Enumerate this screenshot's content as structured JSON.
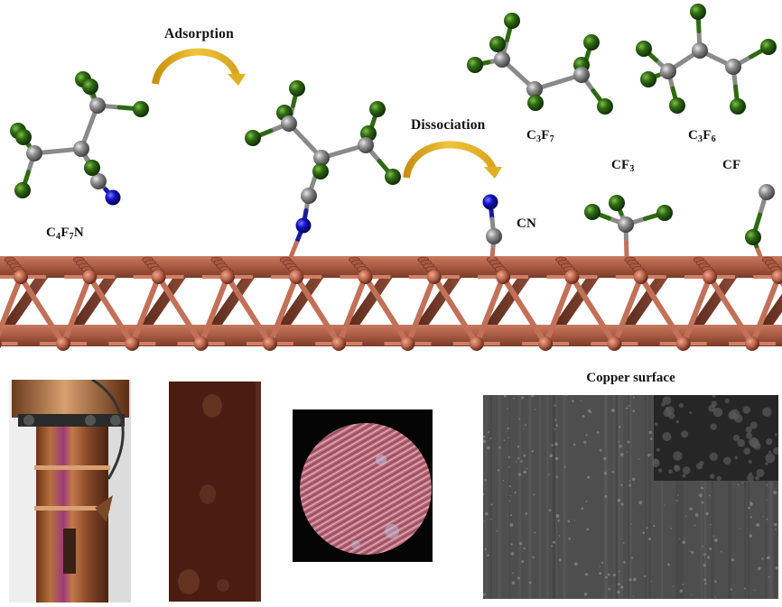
{
  "labels": {
    "adsorption": "Adsorption",
    "dissociation": "Dissociation",
    "c4f7n": {
      "base": "C",
      "s1": "4",
      "mid": "F",
      "s2": "7",
      "tail": "N"
    },
    "c3f7": {
      "base": "C",
      "s1": "3",
      "mid": "F",
      "s2": "7"
    },
    "c3f6": {
      "base": "C",
      "s1": "3",
      "mid": "F",
      "s2": "6"
    },
    "cf3": {
      "base": "CF",
      "s1": "3"
    },
    "cf": "CF",
    "cn": "CN"
  },
  "panels": {
    "sem_title": "Copper surface"
  },
  "colors": {
    "fluorine": "#2f6a12",
    "carbon": "#8e8e8e",
    "nitrogen": "#1212c8",
    "copper": "#b5634a",
    "arrow": "#e0b020"
  }
}
